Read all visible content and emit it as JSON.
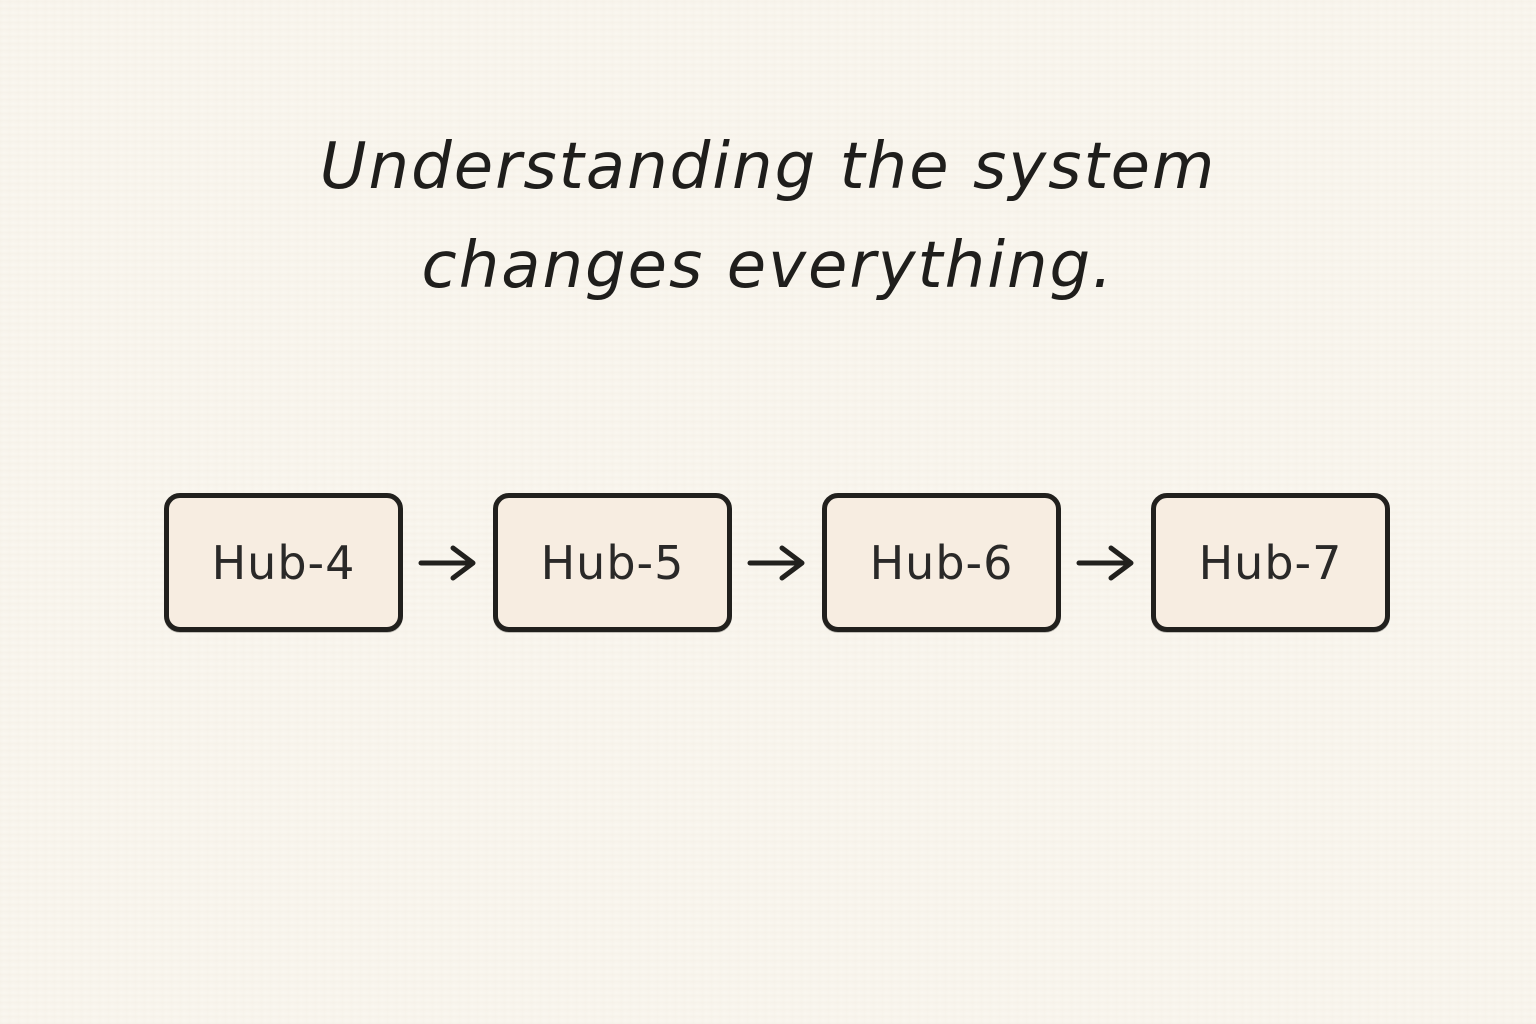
{
  "title": {
    "line1": "Understanding the system",
    "line2": "changes everything."
  },
  "flow": {
    "nodes": [
      {
        "label": "Hub-4"
      },
      {
        "label": "Hub-5"
      },
      {
        "label": "Hub-6"
      },
      {
        "label": "Hub-7"
      }
    ],
    "connector_icon": "right-arrow-icon",
    "direction": "left-to-right"
  },
  "colors": {
    "background": "#FAF7F0",
    "node_fill": "#F7EDE1",
    "node_border": "#21201D",
    "title_text": "#1F1E1C",
    "node_text": "#2A2928"
  }
}
